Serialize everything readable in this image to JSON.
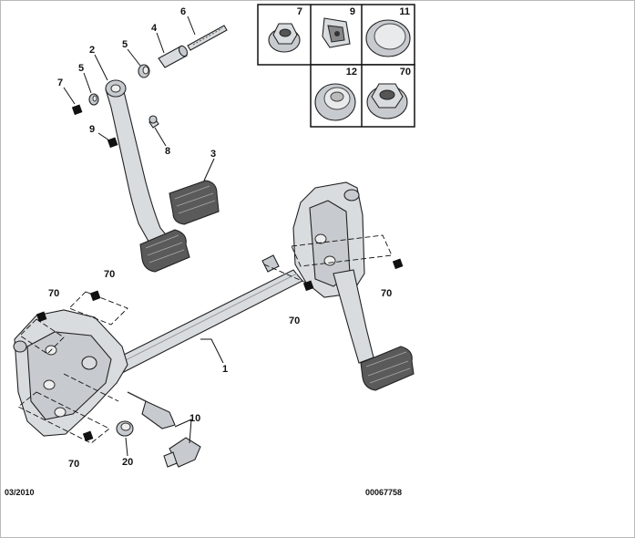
{
  "callouts": {
    "c1": "1",
    "c2": "2",
    "c3": "3",
    "c4": "4",
    "c5a": "5",
    "c5b": "5",
    "c6": "6",
    "c7": "7",
    "c8": "8",
    "c9": "9",
    "c10": "10",
    "c20": "20",
    "c70a": "70",
    "c70b": "70",
    "c70c": "70",
    "c70d": "70",
    "c70e": "70"
  },
  "inset": {
    "cells": [
      {
        "id": "7"
      },
      {
        "id": "9"
      },
      {
        "id": "11"
      },
      {
        "id": "12"
      },
      {
        "id": "70"
      }
    ]
  },
  "footer": {
    "date": "03/2010",
    "reference": "00067758"
  }
}
